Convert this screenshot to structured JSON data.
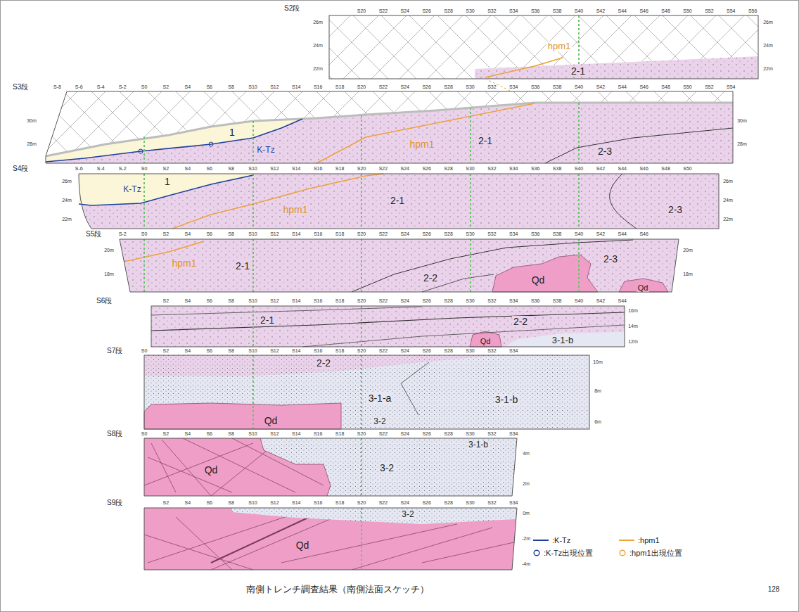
{
  "diagram": {
    "caption": "南側トレンチ調査結果（南側法面スケッチ）",
    "nodes": [
      {
        "text": [
          "S2段"
        ]
      },
      {
        "text": [
          "S3段"
        ]
      },
      {
        "text": [
          "S4段"
        ]
      },
      {
        "text": [
          "S5段"
        ]
      },
      {
        "text": [
          "S6段"
        ]
      },
      {
        "text": [
          "S7段"
        ]
      },
      {
        "text": [
          "S8段"
        ]
      },
      {
        "text": [
          "S9段"
        ]
      }
    ],
    "labels": [
      "S20",
      "S22",
      "S24",
      "S26",
      "S28",
      "S30",
      "S32",
      "S34",
      "S36",
      "S38",
      "S40",
      "S42",
      "S44",
      "S46",
      "S48",
      "S50",
      "S52",
      "S54",
      "S56",
      "26m",
      "24m",
      "22m",
      "26m",
      "24m",
      "22m",
      "hpm1",
      "2-1",
      "S-8",
      "S-6",
      "S-4",
      "S-2",
      "S0",
      "S2",
      "S4",
      "S6",
      "S8",
      "S10",
      "S12",
      "S14",
      "S16",
      "S18",
      "S20",
      "S22",
      "S24",
      "S26",
      "S28",
      "S30",
      "S32",
      "S34",
      "S36",
      "S38",
      "S40",
      "S42",
      "S44",
      "S46",
      "S48",
      "S50",
      "S52",
      "S54",
      "30m",
      "28m",
      "30m",
      "28m",
      "1",
      "K-Tz",
      "hpm1",
      "2-1",
      "2-3",
      "S-6",
      "S-4",
      "S-2",
      "S0",
      "S2",
      "S4",
      "S6",
      "S8",
      "S10",
      "S12",
      "S14",
      "S16",
      "S18",
      "S20",
      "S22",
      "S24",
      "S26",
      "S28",
      "S30",
      "S32",
      "S34",
      "S36",
      "S38",
      "S40",
      "S42",
      "S44",
      "S46",
      "S48",
      "S50",
      "26m",
      "24m",
      "22m",
      "26m",
      "24m",
      "22m",
      "K-Tz",
      "1",
      "hpm1",
      "2-1",
      "2-3",
      "S-2",
      "S0",
      "S2",
      "S4",
      "S6",
      "S8",
      "S10",
      "S12",
      "S14",
      "S16",
      "S18",
      "S20",
      "S22",
      "S24",
      "S26",
      "S28",
      "S30",
      "S32",
      "S34",
      "S36",
      "S38",
      "S40",
      "S42",
      "S44",
      "S46",
      "20m",
      "18m",
      "20m",
      "18m",
      "hpm1",
      "2-1",
      "2-2",
      "Qd",
      "2-3",
      "Qd",
      "S2",
      "S4",
      "S6",
      "S8",
      "S10",
      "S12",
      "S14",
      "S16",
      "S18",
      "S20",
      "S22",
      "S24",
      "S26",
      "S28",
      "S30",
      "S32",
      "S34",
      "S36",
      "S38",
      "S40",
      "S42",
      "S44",
      "16m",
      "14m",
      "12m",
      "2-1",
      "2-2",
      "Qd",
      "3-1-b",
      "S0",
      "S2",
      "S4",
      "S6",
      "S8",
      "S10",
      "S12",
      "S14",
      "S16",
      "S18",
      "S20",
      "S22",
      "S24",
      "S26",
      "S28",
      "S30",
      "S32",
      "S34",
      "10m",
      "8m",
      "6m",
      "2-2",
      "3-1-a",
      "3-1-b",
      "Qd",
      "3-2",
      "S0",
      "S2",
      "S4",
      "S6",
      "S8",
      "S10",
      "S12",
      "S14",
      "S16",
      "S18",
      "S20",
      "S22",
      "S24",
      "S26",
      "S28",
      "S30",
      "S32",
      "S34",
      "4m",
      "2m",
      "3-1-b",
      "Qd",
      "3-2",
      "S2",
      "S4",
      "S6",
      "S8",
      "S10",
      "S12",
      "S14",
      "S16",
      "S18",
      "S20",
      "S22",
      "S24",
      "S26",
      "S28",
      "S30",
      "S32",
      "S34",
      "0m",
      "-2m",
      "-4m",
      "3-2",
      "Qd",
      "128"
    ],
    "legend": [
      {
        "text": ":K-Tz"
      },
      {
        "text": ":hpm1"
      },
      {
        "text": ":K-Tz出現位置"
      },
      {
        "text": ":hpm1出現位置"
      }
    ]
  }
}
